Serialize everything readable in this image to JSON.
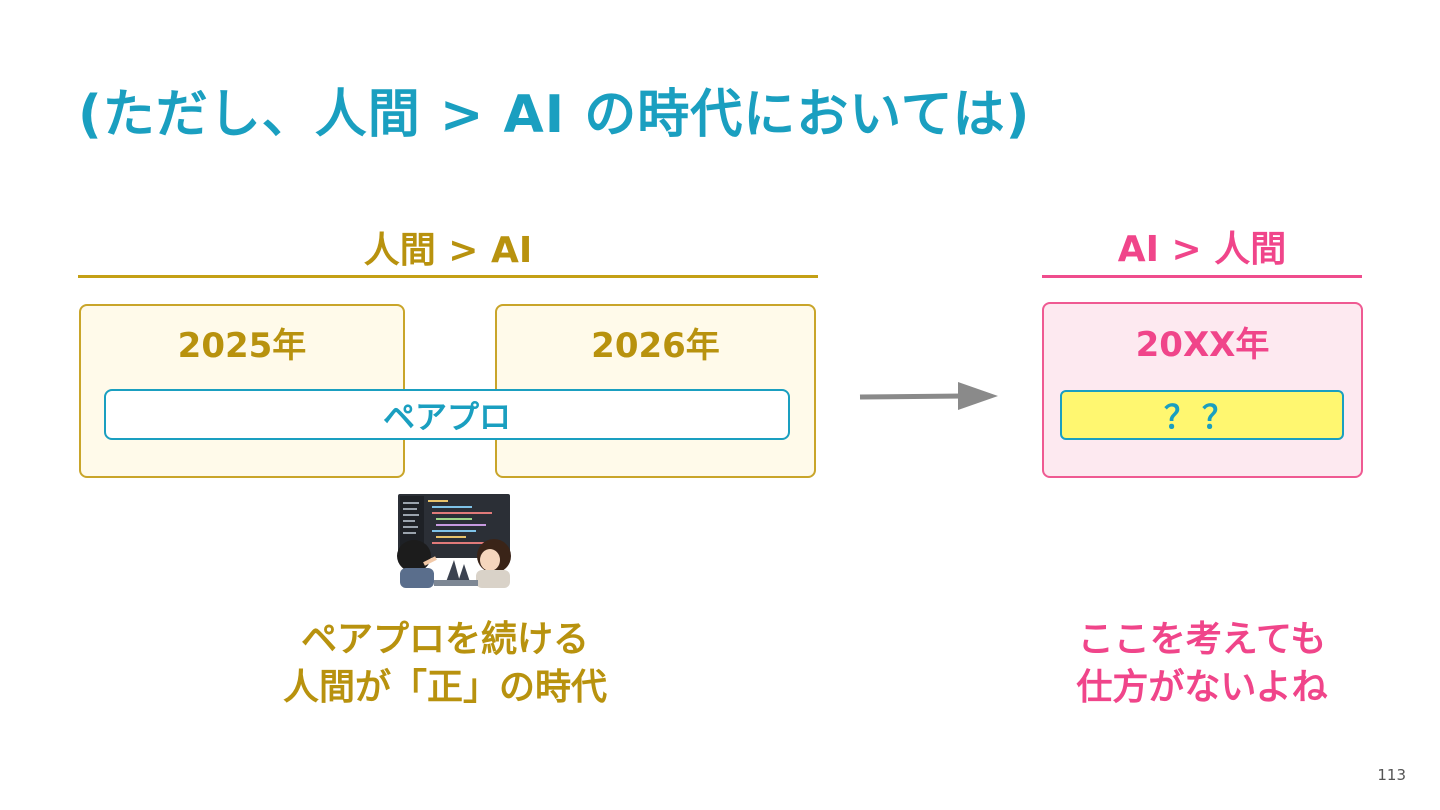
{
  "slide": {
    "title": "(ただし、人間 > AI の時代においては)",
    "left_section": {
      "label": "人間 > AI",
      "years": [
        "2025年",
        "2026年"
      ],
      "span_label": "ペアプロ",
      "caption_line1": "ペアプロを続ける",
      "caption_line2": "人間が「正」の時代"
    },
    "right_section": {
      "label": "AI > 人間",
      "year": "20XX年",
      "unknown_label": "？？",
      "caption_line1": "ここを考えても",
      "caption_line2": "仕方がないよね"
    },
    "page_number": "113",
    "colors": {
      "title": "#1a9fc0",
      "human_era": "#b8920e",
      "ai_era": "#f0458a",
      "unknown_fill": "#fff770"
    },
    "icons": [
      "pair-programming-illustration",
      "arrow-right-icon"
    ]
  }
}
